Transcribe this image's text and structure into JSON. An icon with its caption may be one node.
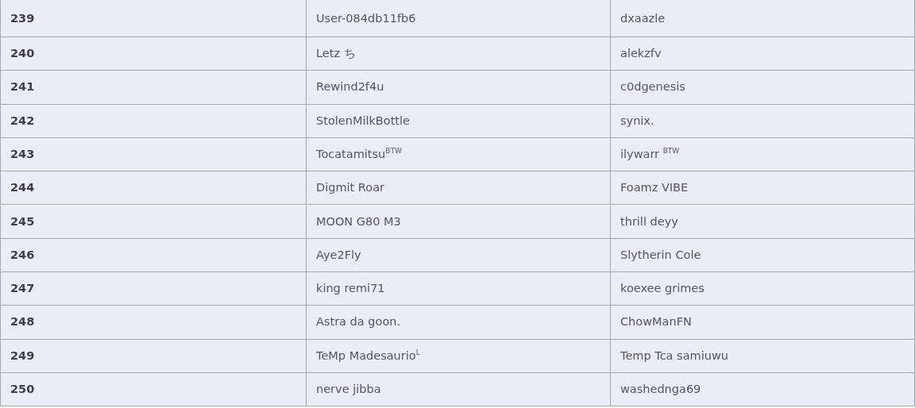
{
  "diagram": {
    "labels": [
      "239",
      "User-084db11fb6",
      "dxaazle",
      "240",
      "Letz ち",
      "alekzfv",
      "241",
      "Rewind2f4u",
      "c0dgenesis",
      "242",
      "StolenMilkBottle",
      "synix.",
      "243",
      "Tocatamitsu$^{BTW}$",
      "ilywarr $^{BTW}$",
      "244",
      "Digmit Roar",
      "Foamz VIBE",
      "245",
      "MOON G80 M3",
      "thrill deyy",
      "246",
      "Aye2Fly",
      "Slytherin Cole",
      "247",
      "king remi71",
      "koexee grimes",
      "248",
      "Astra da goon.",
      "ChowManFN",
      "249",
      "TeMp Madesaurio$^{L}$",
      "Temp Tca samiuwu",
      "250",
      "nerve jibba",
      "washednga69"
    ]
  }
}
